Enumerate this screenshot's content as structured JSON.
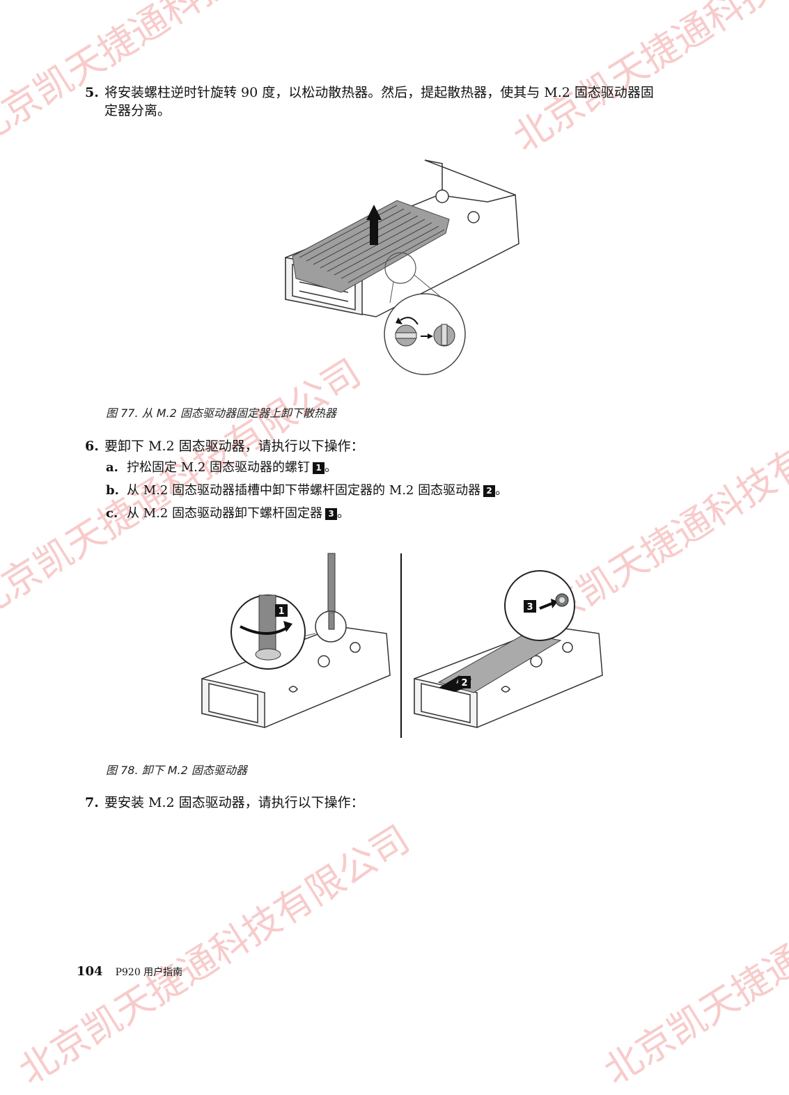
{
  "step5": {
    "number": "5.",
    "line1": "将安装螺柱逆时针旋转 90 度，以松动散热器。然后，提起散热器，使其与 M.2 固态驱动器固",
    "line2": "定器分离。"
  },
  "figure77": {
    "caption": "图 77. 从 M.2 固态驱动器固定器上卸下散热器"
  },
  "step6": {
    "number": "6.",
    "text": "要卸下 M.2 固态驱动器，请执行以下操作：",
    "substeps": [
      {
        "letter": "a.",
        "text": "拧松固定 M.2 固态驱动器的螺钉",
        "callout": "1",
        "end": "。"
      },
      {
        "letter": "b.",
        "text": "从 M.2 固态驱动器插槽中卸下带螺杆固定器的 M.2 固态驱动器",
        "callout": "2",
        "end": "。"
      },
      {
        "letter": "c.",
        "text": "从 M.2 固态驱动器卸下螺杆固定器",
        "callout": "3",
        "end": "。"
      }
    ]
  },
  "figure78": {
    "caption": "图 78. 卸下 M.2 固态驱动器",
    "callouts": [
      "1",
      "2",
      "3"
    ]
  },
  "step7": {
    "number": "7.",
    "text": "要安装 M.2 固态驱动器，请执行以下操作："
  },
  "footer": {
    "page": "104",
    "doc": "P920 用户指南"
  },
  "watermarks": [
    "北京凯天捷通科技有限公司"
  ]
}
